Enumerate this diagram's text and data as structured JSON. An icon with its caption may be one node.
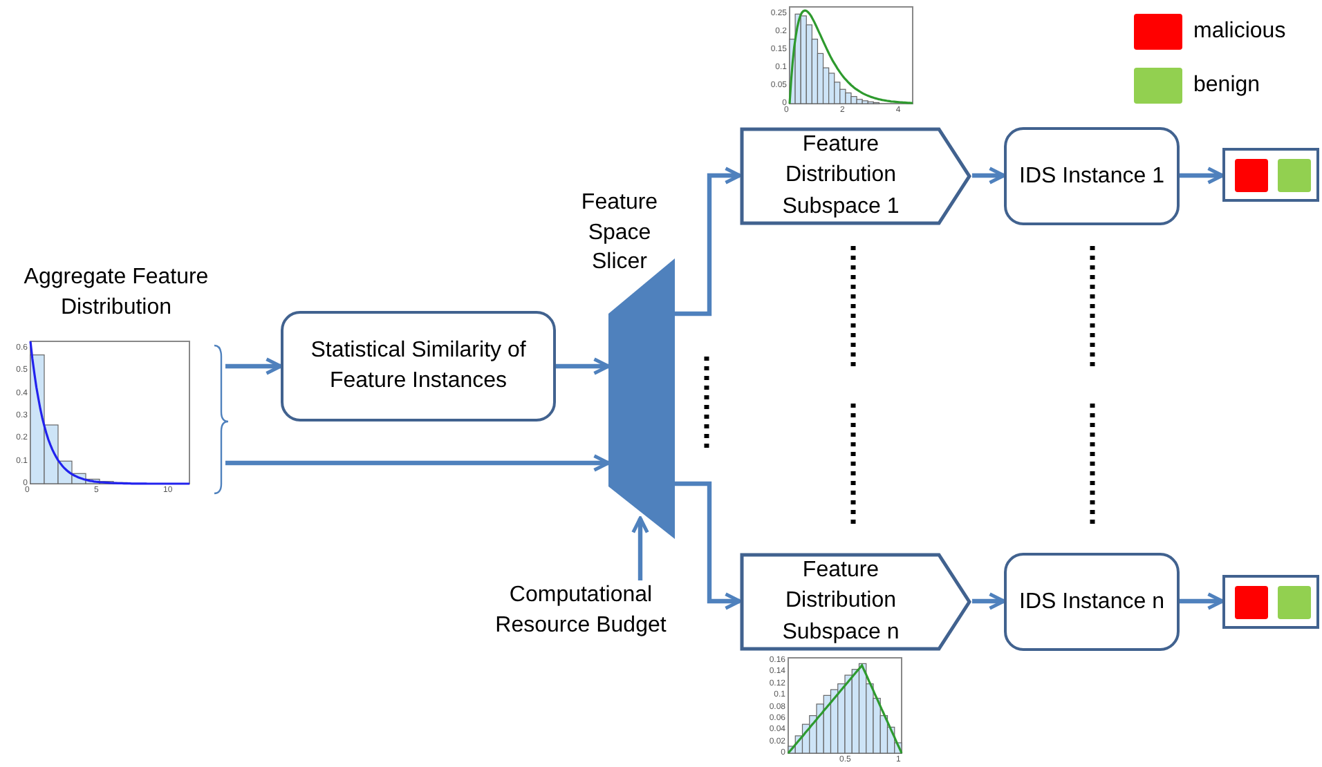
{
  "diagram": {
    "nodes": [
      {
        "text": [
          "Aggregate Feature Distribution"
        ]
      },
      {
        "text": [
          "Statistical Similarity of Feature Instances"
        ]
      },
      {
        "text": [
          "Feature Space Slicer"
        ]
      },
      {
        "text": [
          "Computational Resource Budget"
        ]
      },
      {
        "text": [
          "Feature Distribution Subspace 1"
        ]
      },
      {
        "text": [
          "IDS Instance 1"
        ]
      },
      {
        "text": [],
        "shape": "box"
      },
      {
        "text": [
          "Feature Distribution Subspace n"
        ]
      },
      {
        "text": [
          "IDS Instance n"
        ]
      },
      {
        "text": [],
        "shape": "box"
      }
    ],
    "edges": [
      {
        "from": 0,
        "to": 1,
        "arrow": "to"
      },
      {
        "from": 0,
        "to": 2,
        "arrow": "to"
      },
      {
        "from": 1,
        "to": 2,
        "arrow": "to"
      },
      {
        "from": 3,
        "to": 2,
        "arrow": "to"
      },
      {
        "from": 2,
        "to": 4,
        "arrow": "to"
      },
      {
        "from": 2,
        "to": 7,
        "arrow": "to"
      },
      {
        "from": 4,
        "to": 5,
        "arrow": "to"
      },
      {
        "from": 5,
        "to": 6,
        "arrow": "to"
      },
      {
        "from": 7,
        "to": 8,
        "arrow": "to"
      },
      {
        "from": 8,
        "to": 9,
        "arrow": "to"
      }
    ],
    "labels": [
      "0.25",
      "0.2",
      "0.15",
      "0.1",
      "0.05",
      "0",
      "0",
      "2",
      "4",
      "0.6",
      "0.5",
      "0.4",
      "0.3",
      "0.2",
      "0.1",
      "0",
      "0",
      "5",
      "10",
      "0.16",
      "0.14",
      "0.12",
      "0.1",
      "0.08",
      "0.06",
      "0.04",
      "0.02",
      "0",
      "0.5",
      "1"
    ],
    "legend": [
      {
        "text": "malicious",
        "color": "#ff0000"
      },
      {
        "text": "benign",
        "color": "#92d050"
      }
    ]
  }
}
